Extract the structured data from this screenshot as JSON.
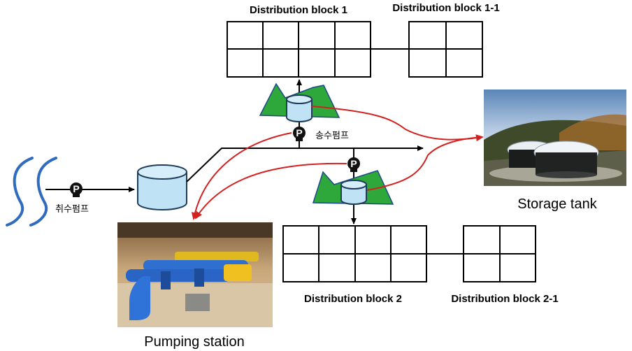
{
  "labels": {
    "block1": "Distribution block 1",
    "block1_1": "Distribution block 1-1",
    "block2": "Distribution block 2",
    "block2_1": "Distribution block 2-1",
    "intake_pump": "취수펌프",
    "transmission_pump": "송수펌프",
    "storage_tank": "Storage tank",
    "pumping_station": "Pumping station",
    "pump_symbol": "P"
  },
  "colors": {
    "river": "#2f6bbf",
    "tank_fill": "#bfe3f5",
    "tank_stroke": "#1f3c5a",
    "mountain_fill": "#2ea83a",
    "mountain_stroke": "#1a4a8a",
    "red_arrow": "#d32020",
    "pipe": "#000000"
  },
  "icons": {
    "river": "river-wave-icon",
    "pump": "pump-icon",
    "tank": "reservoir-tank-icon",
    "mountain": "mountain-icon"
  }
}
